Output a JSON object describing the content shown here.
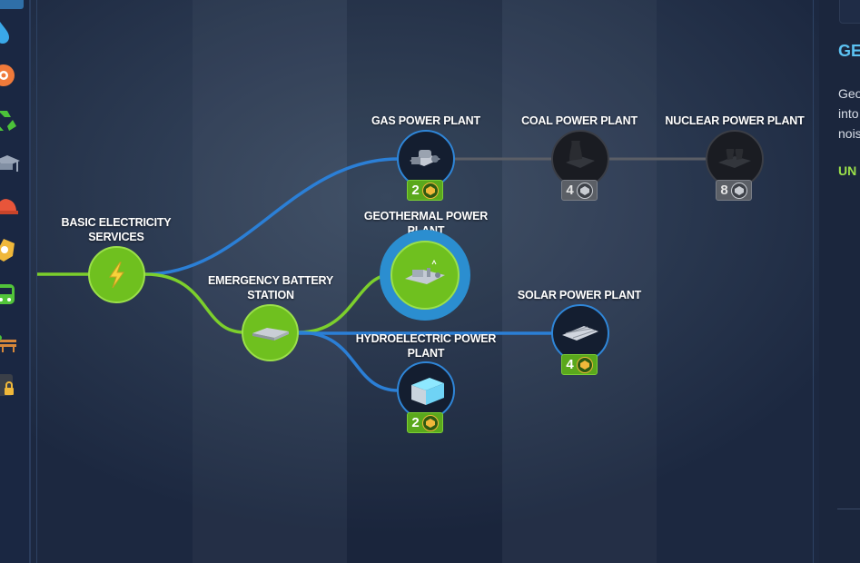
{
  "sidebar": {
    "items": [
      {
        "icon": "water-drop-icon",
        "color": "#3aa8e8"
      },
      {
        "icon": "gear-hazard-icon",
        "color": "#f07a3a"
      },
      {
        "icon": "recycle-icon",
        "color": "#4cc23a"
      },
      {
        "icon": "graduation-cap-icon",
        "color": "#9aa6b8"
      },
      {
        "icon": "fire-helmet-icon",
        "color": "#e8553a"
      },
      {
        "icon": "police-badge-icon",
        "color": "#f0b83a"
      },
      {
        "icon": "bus-icon",
        "color": "#52c43a"
      },
      {
        "icon": "park-bench-icon",
        "color": "#d8883a"
      },
      {
        "icon": "locked-item-icon",
        "color": "#f0b83a"
      }
    ]
  },
  "tree": {
    "nodes": {
      "basic": {
        "label": "BASIC ELECTRICITY SERVICES",
        "state": "unlocked",
        "icon": "lightning-bolt-icon"
      },
      "battery": {
        "label": "EMERGENCY BATTERY STATION",
        "state": "unlocked",
        "icon": "battery-station-icon"
      },
      "gas": {
        "label": "GAS POWER PLANT",
        "state": "available",
        "cost": "2",
        "icon": "gas-plant-icon"
      },
      "coal": {
        "label": "COAL POWER PLANT",
        "state": "locked",
        "cost": "4",
        "icon": "coal-plant-icon"
      },
      "nuclear": {
        "label": "NUCLEAR POWER PLANT",
        "state": "locked",
        "cost": "8",
        "icon": "nuclear-plant-icon"
      },
      "geothermal": {
        "label": "GEOTHERMAL POWER PLANT",
        "state": "selected",
        "icon": "geothermal-plant-icon"
      },
      "solar": {
        "label": "SOLAR POWER PLANT",
        "state": "available",
        "cost": "4",
        "icon": "solar-panel-icon"
      },
      "hydro": {
        "label": "HYDROELECTRIC POWER PLANT",
        "state": "available",
        "cost": "2",
        "icon": "hydro-plant-icon"
      }
    },
    "cost_icon": "development-point-icon"
  },
  "info_panel": {
    "title": "GE",
    "description_lines": [
      "Geo",
      "into",
      "nois"
    ],
    "status": "UN"
  },
  "colors": {
    "unlocked": "#6fc01f",
    "available": "#2f86d8",
    "locked": "#3b3e46",
    "title_accent": "#5cc2f2"
  }
}
